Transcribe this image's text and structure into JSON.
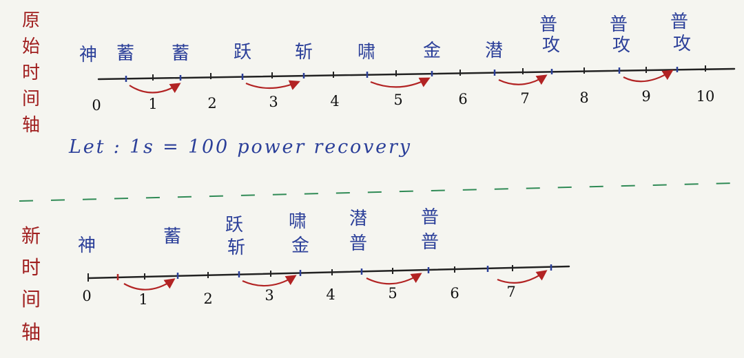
{
  "colors": {
    "background": "#f5f5f0",
    "axis_label": "#a01f1f",
    "event_text": "#2b3f99",
    "tick": "#222222",
    "arrow": "#b22323",
    "divider": "#2f8a55"
  },
  "original": {
    "side_label": [
      "原",
      "始",
      "时",
      "间",
      "轴"
    ],
    "tick_labels": [
      "0",
      "1",
      "2",
      "3",
      "4",
      "5",
      "6",
      "7",
      "8",
      "9",
      "10"
    ],
    "events": [
      {
        "lines": [
          "神"
        ]
      },
      {
        "lines": [
          "蓄"
        ]
      },
      {
        "lines": [
          "蓄"
        ]
      },
      {
        "lines": [
          "跃"
        ]
      },
      {
        "lines": [
          "斩"
        ]
      },
      {
        "lines": [
          "啸"
        ]
      },
      {
        "lines": [
          "金"
        ]
      },
      {
        "lines": [
          "潜"
        ]
      },
      {
        "lines": [
          "普",
          "攻"
        ]
      },
      {
        "lines": [
          "普",
          "攻"
        ]
      },
      {
        "lines": [
          "普",
          "攻"
        ]
      }
    ]
  },
  "note": "Let : 1s = 100 power recovery",
  "revised": {
    "side_label": [
      "新",
      "时",
      "间",
      "轴"
    ],
    "tick_labels": [
      "0",
      "1",
      "2",
      "3",
      "4",
      "5",
      "6",
      "7"
    ],
    "events": [
      {
        "lines": [
          "神"
        ]
      },
      {
        "lines": [
          "蓄"
        ]
      },
      {
        "lines": [
          "跃",
          "斩"
        ]
      },
      {
        "lines": [
          "啸",
          "金"
        ]
      },
      {
        "lines": [
          "潜",
          "普"
        ]
      },
      {
        "lines": [
          "普",
          "普"
        ]
      }
    ]
  }
}
